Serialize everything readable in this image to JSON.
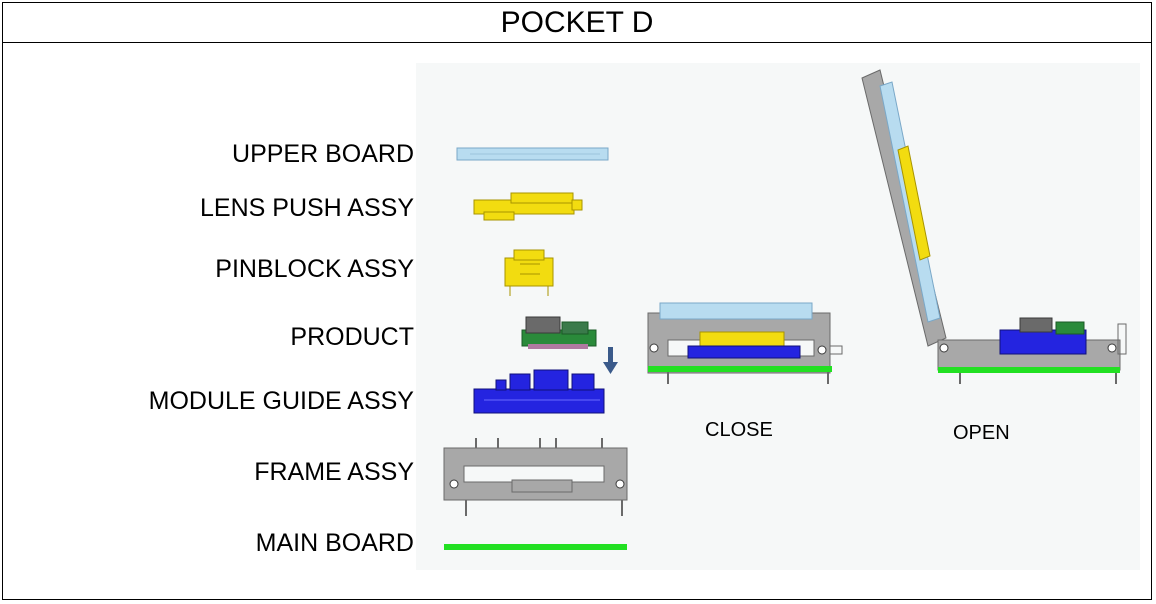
{
  "title": "POCKET D",
  "labels": {
    "upper_board": "UPPER BOARD",
    "lens_push_assy": "LENS PUSH ASSY",
    "pinblock_assy": "PINBLOCK ASSY",
    "product": "PRODUCT",
    "module_guide_assy": "MODULE GUIDE ASSY",
    "frame_assy": "FRAME ASSY",
    "main_board": "MAIN BOARD"
  },
  "captions": {
    "close": "CLOSE",
    "open": "OPEN"
  },
  "colors": {
    "upper_board": "#b8dcf0",
    "lens_push": "#f2dc10",
    "module_guide": "#2424e0",
    "frame": "#a8a8a8",
    "main_board": "#22e022",
    "product_pcb": "#2a8a3a",
    "arrow": "#3a5a8a"
  }
}
